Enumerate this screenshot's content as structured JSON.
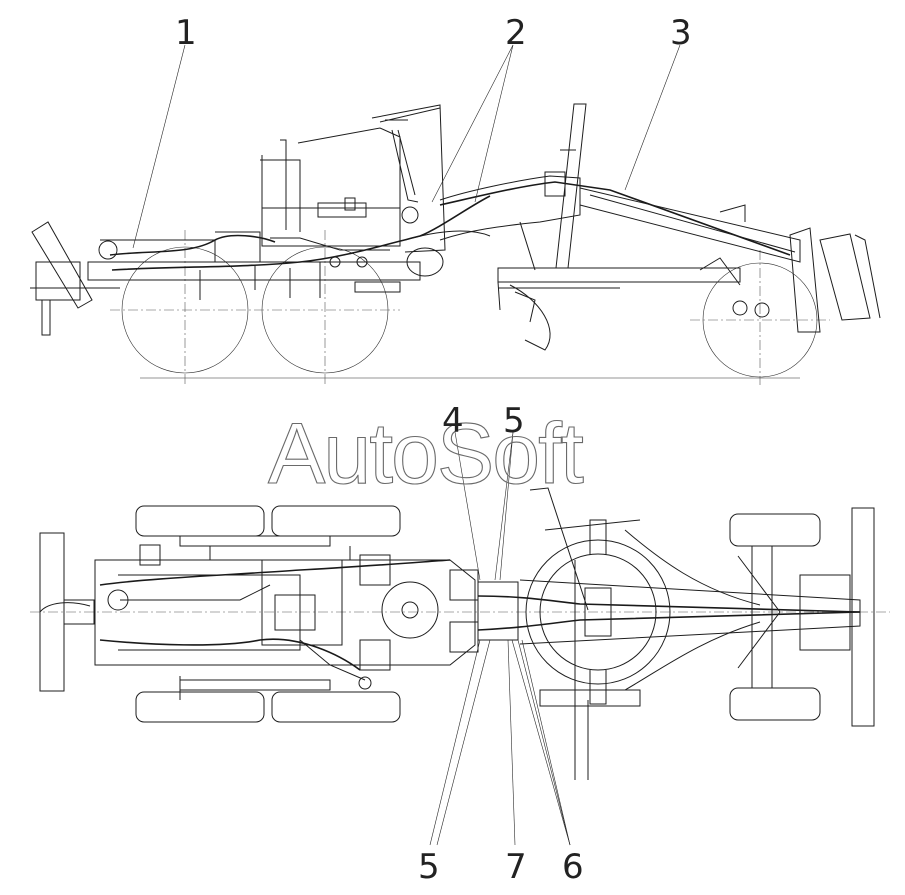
{
  "callouts": [
    {
      "id": "1",
      "label": "1"
    },
    {
      "id": "2",
      "label": "2"
    },
    {
      "id": "3",
      "label": "3"
    },
    {
      "id": "4",
      "label": "4"
    },
    {
      "id": "5top",
      "label": "5"
    },
    {
      "id": "5",
      "label": "5"
    },
    {
      "id": "7",
      "label": "7"
    },
    {
      "id": "6",
      "label": "6"
    }
  ],
  "watermark": "AutoSoft",
  "colors": {
    "line": "#1e1e1e",
    "background": "#ffffff",
    "watermark": "#6a6a6a"
  }
}
